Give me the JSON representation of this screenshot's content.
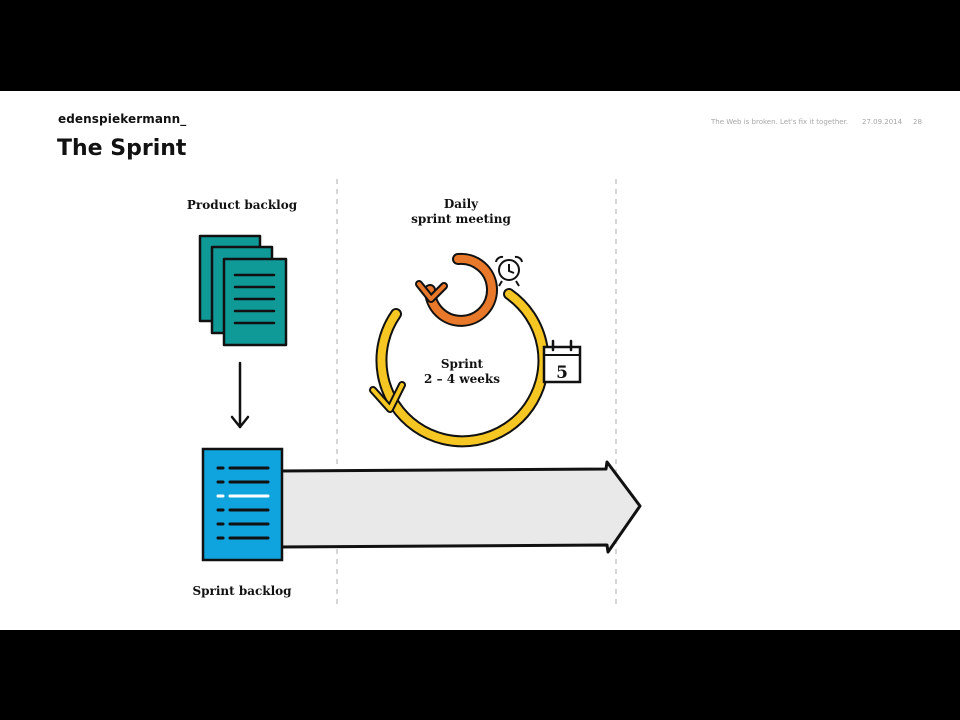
{
  "header": {
    "brand": "edenspiekermann_",
    "title": "The Sprint",
    "tagline": "The Web is broken. Let's fix it together.",
    "date": "27.09.2014",
    "page_number": "28"
  },
  "diagram": {
    "product_backlog_label": "Product backlog",
    "daily_meeting_label_line1": "Daily",
    "daily_meeting_label_line2": "sprint meeting",
    "sprint_label_line1": "Sprint",
    "sprint_label_line2": "2 – 4 weeks",
    "calendar_number": "5",
    "sprint_backlog_label": "Sprint backlog"
  },
  "colors": {
    "teal": "#0f9a98",
    "blue": "#10a4de",
    "orange": "#e8782a",
    "yellow": "#f6c723",
    "arrow_fill": "#e9e9e9"
  }
}
